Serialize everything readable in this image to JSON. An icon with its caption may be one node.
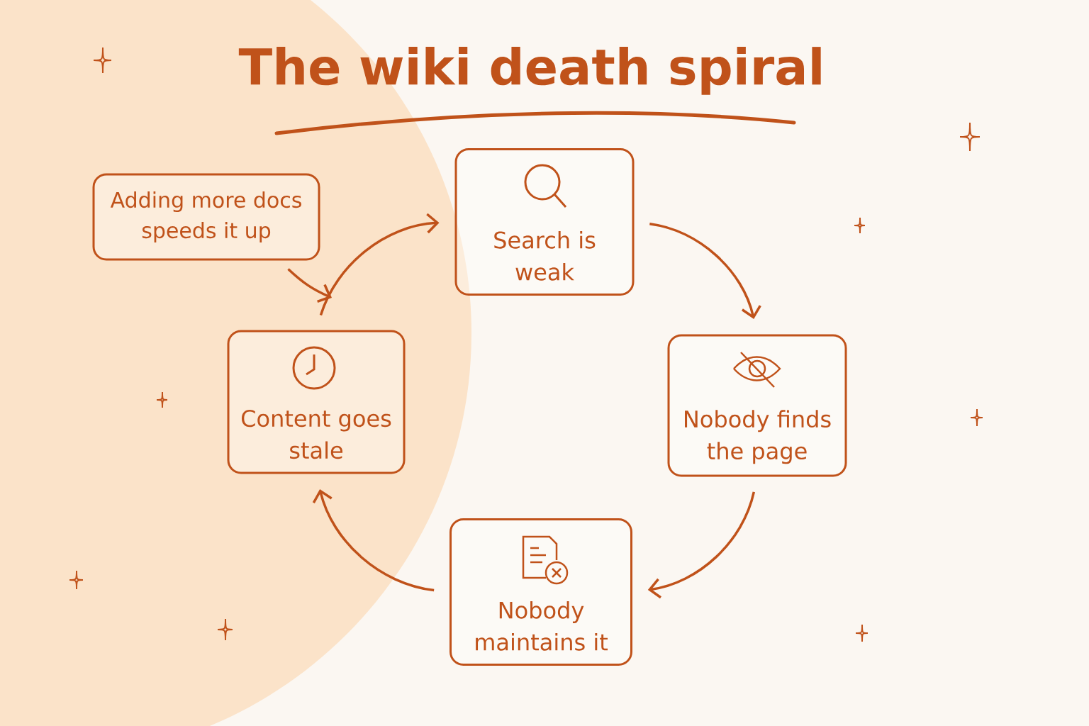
{
  "diagram": {
    "title": "The wiki death spiral",
    "nodes": [
      {
        "text": [
          "Search is weak"
        ]
      },
      {
        "text": [
          "Nobody finds the page"
        ]
      },
      {
        "text": [
          "Nobody maintains it"
        ]
      },
      {
        "text": [
          "Content goes stale"
        ]
      },
      {
        "text": [
          "Adding more docs speeds it up"
        ]
      }
    ],
    "edges": [
      {
        "from": 0,
        "to": 1,
        "arrow": "to"
      },
      {
        "from": 1,
        "to": 2,
        "arrow": "to"
      },
      {
        "from": 2,
        "to": 3,
        "arrow": "to"
      },
      {
        "from": 3,
        "to": 0,
        "arrow": "to"
      },
      {
        "from": 4,
        "to": null,
        "arrow": "to"
      }
    ]
  }
}
